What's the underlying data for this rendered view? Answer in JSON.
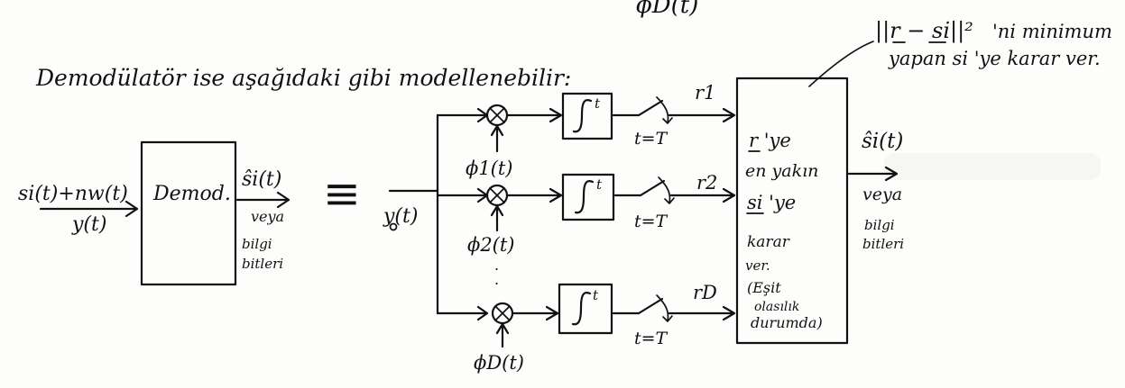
{
  "top_cut_label": "ϕD(t)",
  "heading": "Demodülatör ise aşağıdaki gibi modellenebilir:",
  "note_top_right": {
    "expr": "||r − si||²",
    "suffix": "'ni minimum",
    "line2": "yapan si 'ye karar ver."
  },
  "left_block": {
    "input_line1": "si(t)+nw(t)",
    "input_line2": "y(t)",
    "box_label": "Demod.",
    "output_symbol": "ŝi(t)",
    "output_or": "veya",
    "output_line2": "bilgi",
    "output_line3": "bitleri"
  },
  "equiv_sign": "≡",
  "input_signal": "y(t)",
  "branches": [
    {
      "basis": "ϕ1(t)",
      "integral_upper": "t",
      "sample": "t=T",
      "output": "r1"
    },
    {
      "basis": "ϕ2(t)",
      "integral_upper": "t",
      "sample": "t=T",
      "output": "r2"
    },
    {
      "basis": "ϕD(t)",
      "integral_upper": "t",
      "sample": "t=T",
      "output": "rD"
    }
  ],
  "decision_box_lines": [
    "r 'ye",
    "en yakın",
    "si 'ye",
    "karar",
    "ver.",
    "(Eşit",
    "olasılık",
    "durumda)"
  ],
  "decision_output": {
    "symbol": "ŝi(t)",
    "or": "veya",
    "line2": "bilgi",
    "line3": "bitleri"
  },
  "vertical_dots": ".  .  ."
}
